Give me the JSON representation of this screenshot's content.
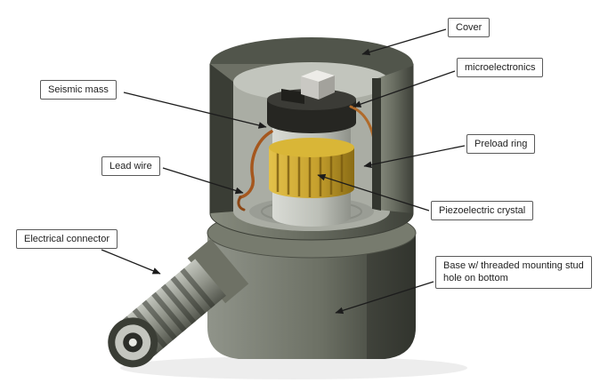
{
  "labels": [
    {
      "id": "cover",
      "text": "Cover"
    },
    {
      "id": "microelectronics",
      "text": "microelectronics"
    },
    {
      "id": "seismic-mass",
      "text": "Seismic mass"
    },
    {
      "id": "preload-ring",
      "text": "Preload ring"
    },
    {
      "id": "lead-wire",
      "text": "Lead wire"
    },
    {
      "id": "piezoelectric-crystal",
      "text": "Piezoelectric crystal"
    },
    {
      "id": "electrical-connector",
      "text": "Electrical connector"
    },
    {
      "id": "base",
      "text": "Base w/ threaded mounting stud hole on bottom"
    }
  ],
  "colors": {
    "background": "#ffffff",
    "cover_dark": "#4d5148",
    "cover_light": "#878b7e",
    "interior_gray": "#aaada4",
    "crystal_gold": "#c7a12e",
    "seismic_mass_black": "#262622",
    "lead_wire_copper": "#a5571e",
    "base_light": "#90948a",
    "base_dark": "#33362f",
    "label_border": "#5a5a5a",
    "arrow": "#1c1c1c"
  }
}
